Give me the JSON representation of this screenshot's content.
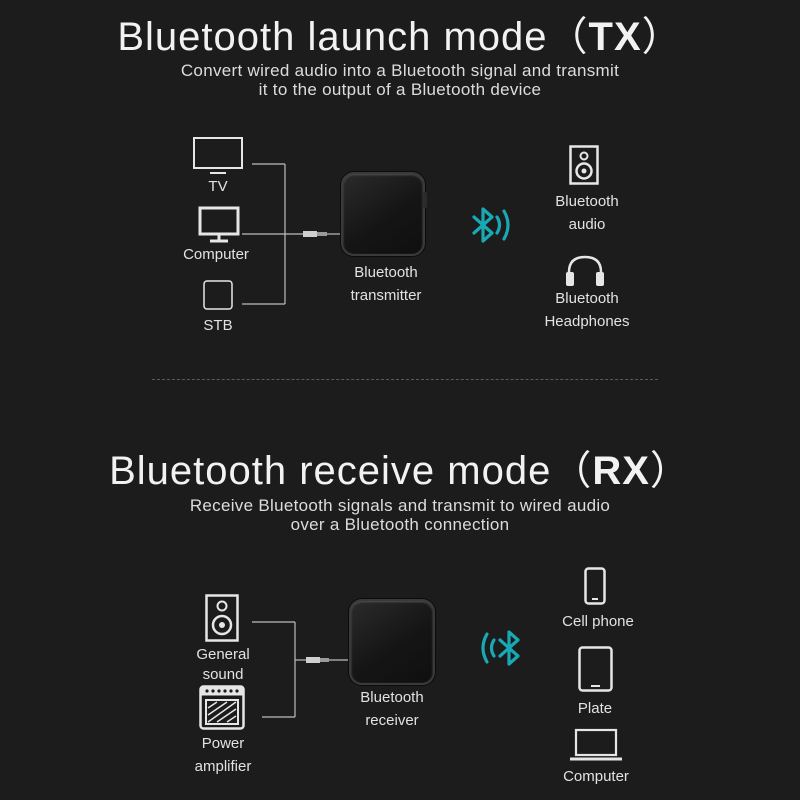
{
  "colors": {
    "background": "#1c1c1c",
    "accent_bluetooth": "#19a9b4",
    "icon": "#e6e6e6",
    "line": "#bdbdbd"
  },
  "tx": {
    "title_main": "Bluetooth launch mode（",
    "title_code": "TX",
    "title_close": "）",
    "subtitle_line1": "Convert wired audio into a Bluetooth signal and transmit",
    "subtitle_line2": "it to the output of a Bluetooth device",
    "sources": [
      {
        "label": "TV",
        "icon": "tv-icon"
      },
      {
        "label": "Computer",
        "icon": "monitor-icon"
      },
      {
        "label": "STB",
        "icon": "set-top-box-icon"
      }
    ],
    "device_line1": "Bluetooth",
    "device_line2": "transmitter",
    "outputs": [
      {
        "line1": "Bluetooth",
        "line2": "audio",
        "icon": "speaker-icon"
      },
      {
        "line1": "Bluetooth",
        "line2": "Headphones",
        "icon": "headphones-icon"
      }
    ]
  },
  "rx": {
    "title_main": "Bluetooth receive mode（",
    "title_code": "RX",
    "title_close": "）",
    "subtitle_line1": "Receive Bluetooth signals and transmit to wired audio",
    "subtitle_line2": "over a Bluetooth connection",
    "outputs": [
      {
        "line1": "General",
        "line2": "sound",
        "icon": "speaker-icon"
      },
      {
        "line1": "Power",
        "line2": "amplifier",
        "icon": "amplifier-icon"
      }
    ],
    "device_line1": "Bluetooth",
    "device_line2": "receiver",
    "sources": [
      {
        "label": "Cell phone",
        "icon": "phone-icon"
      },
      {
        "label": "Plate",
        "icon": "tablet-icon"
      },
      {
        "label": "Computer",
        "icon": "laptop-icon"
      }
    ]
  }
}
